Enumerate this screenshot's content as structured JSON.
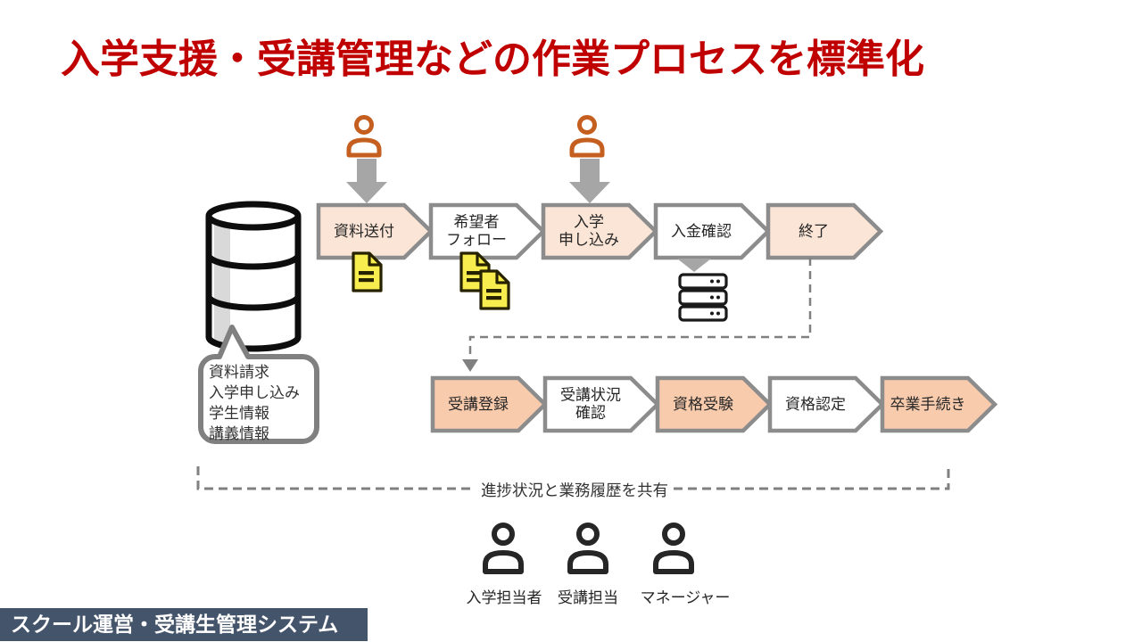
{
  "title": "入学支援・受講管理などの作業プロセスを標準化",
  "colors": {
    "title_red": "#C00000",
    "row1_step_fill": "#FBE5D6",
    "row2_step_fill": "#F8CBAD",
    "step_border": "#8C8C8C",
    "connector_gray": "#808080",
    "block_arrow_gray": "#A6A6A6",
    "actor_orange": "#C55F1F",
    "document_yellow": "#F8ED4E",
    "footer_bar_bg": "#44546A"
  },
  "database": {
    "icon": "database-cylinder-icon",
    "callout_lines": "資料請求\n入学申し込み\n学生情報\n講義情報"
  },
  "flow": {
    "row1": {
      "steps": [
        {
          "label": "資料送付",
          "fill": "#FBE5D6"
        },
        {
          "label": "希望者\nフォロー",
          "fill": "#FFFFFF"
        },
        {
          "label": "入学\n申し込み",
          "fill": "#FBE5D6"
        },
        {
          "label": "入金確認",
          "fill": "#FFFFFF"
        },
        {
          "label": "終了",
          "fill": "#FBE5D6"
        }
      ]
    },
    "row2": {
      "steps": [
        {
          "label": "受講登録",
          "fill": "#F8CBAD"
        },
        {
          "label": "受講状況\n確認",
          "fill": "#FFFFFF"
        },
        {
          "label": "資格受験",
          "fill": "#F8CBAD"
        },
        {
          "label": "資格認定",
          "fill": "#FFFFFF"
        },
        {
          "label": "卒業手続き",
          "fill": "#F8CBAD"
        }
      ]
    }
  },
  "share_note": "進捗状況と業務履歴を共有",
  "actors": {
    "top": [
      {
        "icon": "person-icon"
      },
      {
        "icon": "person-icon"
      }
    ],
    "bottom": [
      {
        "label": "入学担当者"
      },
      {
        "label": "受講担当"
      },
      {
        "label": "マネージャー"
      }
    ]
  },
  "footer": {
    "system_name": "スクール運営・受講生管理システム"
  }
}
